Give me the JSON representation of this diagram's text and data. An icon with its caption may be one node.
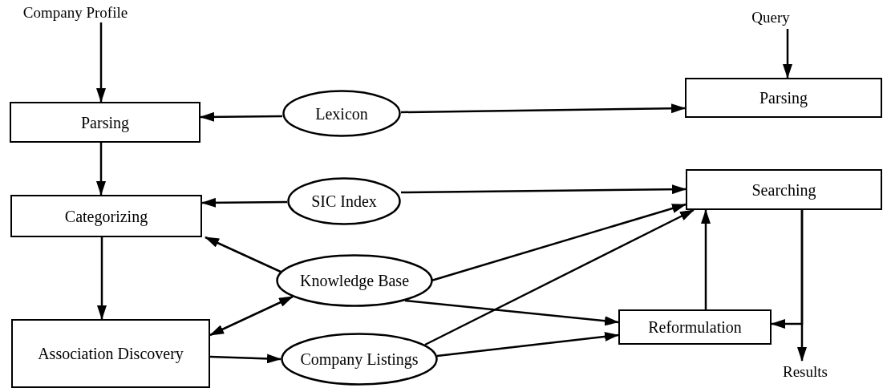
{
  "diagram": {
    "nodes": [
      {
        "text": [
          "Company Profile"
        ]
      },
      {
        "text": [
          "Parsing"
        ]
      },
      {
        "text": [
          "Categorizing"
        ]
      },
      {
        "text": [
          "Association Discovery"
        ]
      },
      {
        "text": [
          "Lexicon"
        ]
      },
      {
        "text": [
          "SIC Index"
        ]
      },
      {
        "text": [
          "Knowledge Base"
        ]
      },
      {
        "text": [
          "Company Listings"
        ]
      },
      {
        "text": [
          "Query"
        ]
      },
      {
        "text": [
          "Parsing"
        ]
      },
      {
        "text": [
          "Searching"
        ]
      },
      {
        "text": [
          "Reformulation"
        ]
      },
      {
        "text": [
          "Results"
        ]
      }
    ],
    "edges": [
      {
        "from": 0,
        "to": 1,
        "arrow": "to"
      },
      {
        "from": 1,
        "to": 2,
        "arrow": "to"
      },
      {
        "from": 2,
        "to": 3,
        "arrow": "to"
      },
      {
        "from": 4,
        "to": 1,
        "arrow": "to"
      },
      {
        "from": 4,
        "to": 9,
        "arrow": "to"
      },
      {
        "from": 5,
        "to": 2,
        "arrow": "to"
      },
      {
        "from": 5,
        "to": 10,
        "arrow": "to"
      },
      {
        "from": 6,
        "to": 2,
        "arrow": "to"
      },
      {
        "from": 3,
        "to": 6,
        "arrow": "both"
      },
      {
        "from": 3,
        "to": 7,
        "arrow": "to"
      },
      {
        "from": 6,
        "to": 10,
        "arrow": "to"
      },
      {
        "from": 6,
        "to": 11,
        "arrow": "to"
      },
      {
        "from": 7,
        "to": 10,
        "arrow": "to"
      },
      {
        "from": 7,
        "to": 11,
        "arrow": "to"
      },
      {
        "from": 11,
        "to": 10,
        "arrow": "to"
      },
      {
        "from": 10,
        "to": 12,
        "arrow": "to"
      },
      {
        "from": 10,
        "to": 11,
        "arrow": "to"
      },
      {
        "from": 8,
        "to": 9,
        "arrow": "to"
      }
    ]
  }
}
